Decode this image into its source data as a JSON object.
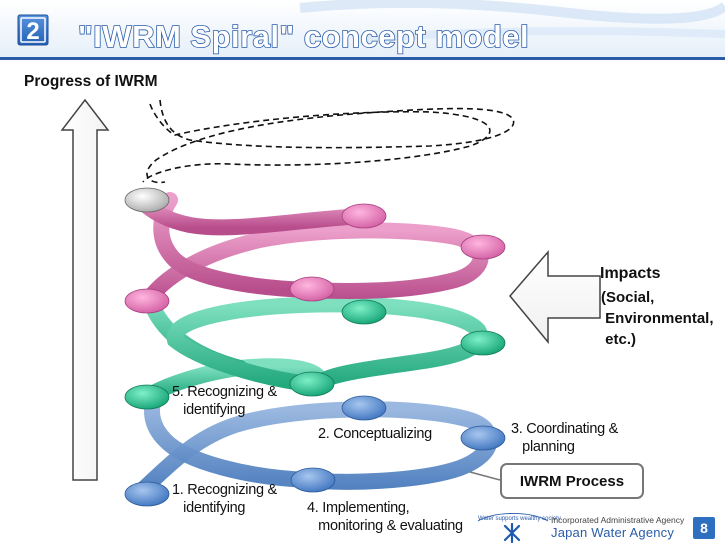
{
  "header": {
    "section_number": "2",
    "title": "\"IWRM Spiral\" concept model"
  },
  "progress_label": "Progress of IWRM",
  "steps": [
    {
      "label": "1. Recognizing &\n   identifying"
    },
    {
      "label": "2. Conceptualizing"
    },
    {
      "label": "3. Coordinating &\n   planning"
    },
    {
      "label": "4. Implementing,\n   monitoring & evaluating"
    },
    {
      "label": "5. Recognizing &\n   identifying"
    }
  ],
  "impacts": {
    "title": "Impacts",
    "detail": "(Social,\n Environmental,\n etc.)"
  },
  "process_label": "IWRM Process",
  "footer": {
    "logo_tagline": "Water supports wealthy society",
    "agency_type": "Incorporated Administrative Agency",
    "agency_name": "Japan Water Agency",
    "page_number": "8"
  },
  "colors": {
    "blue_band": "#6a93c8",
    "green_band": "#3cc29a",
    "pink_band": "#d06aa6",
    "blue_node": "#5b8ed0",
    "green_node": "#22b98a",
    "pink_node": "#e07cb8",
    "grey_node": "#c8c8c8",
    "accent": "#2a5caa"
  }
}
